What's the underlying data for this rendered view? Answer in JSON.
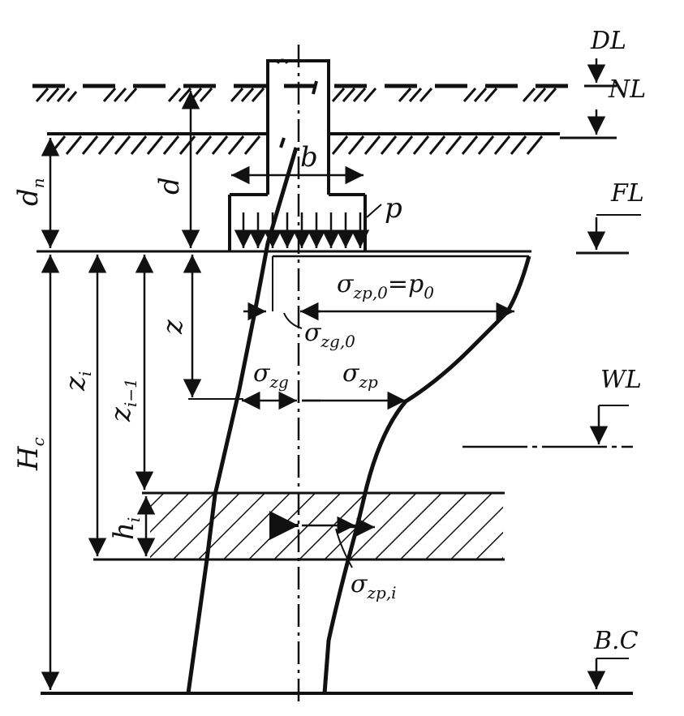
{
  "levels": {
    "design_level": "DL",
    "natural_level": "NL",
    "foundation_level": "FL",
    "water_level": "WL",
    "bottom_compression": "B.C"
  },
  "dimensions": {
    "dn_main": "d",
    "dn_sub": "n",
    "d": "d",
    "z": "z",
    "zi_main": "z",
    "zi_sub": "i",
    "zi1_main": "z",
    "zi1_sub": "i−1",
    "hi_main": "h",
    "hi_sub": "i",
    "hc_main": "H",
    "hc_sub": "c"
  },
  "footing": {
    "width": "b",
    "pressure": "p"
  },
  "stress": {
    "sigma": "σ",
    "zp0_sub": "zp,0",
    "zp0_rhs": "=p",
    "zp0_rhs_sub": "0",
    "zg0_sub": "zg,0",
    "zg_sub": "zg",
    "zp_sub": "zp",
    "zpi_sub": "zp,i"
  }
}
